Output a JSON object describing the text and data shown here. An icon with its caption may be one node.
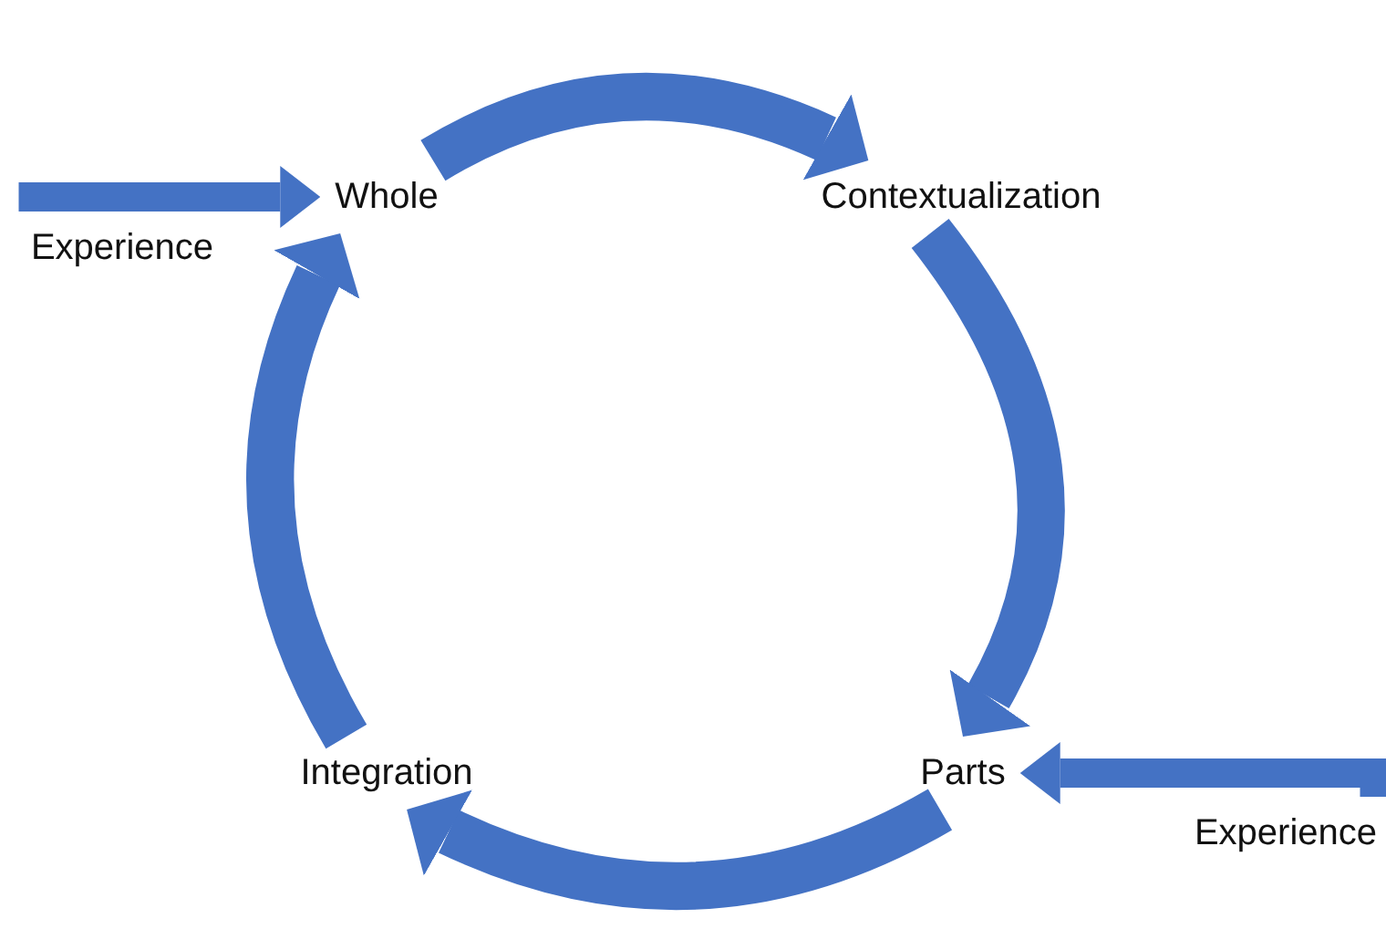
{
  "diagram": {
    "nodes": [
      {
        "text": [
          "Whole"
        ]
      },
      {
        "text": [
          "Contextualization"
        ]
      },
      {
        "text": [
          "Parts"
        ]
      },
      {
        "text": [
          "Integration"
        ]
      },
      {
        "text": [
          "Experience"
        ]
      },
      {
        "text": [
          "Experience"
        ]
      }
    ],
    "edges": [
      {
        "from": 0,
        "to": 1,
        "arrow": "to"
      },
      {
        "from": 1,
        "to": 2,
        "arrow": "to"
      },
      {
        "from": 2,
        "to": 3,
        "arrow": "to"
      },
      {
        "from": 3,
        "to": 0,
        "arrow": "to"
      },
      {
        "from": 4,
        "to": 0,
        "arrow": "to"
      },
      {
        "from": 5,
        "to": 2,
        "arrow": "to"
      }
    ]
  }
}
